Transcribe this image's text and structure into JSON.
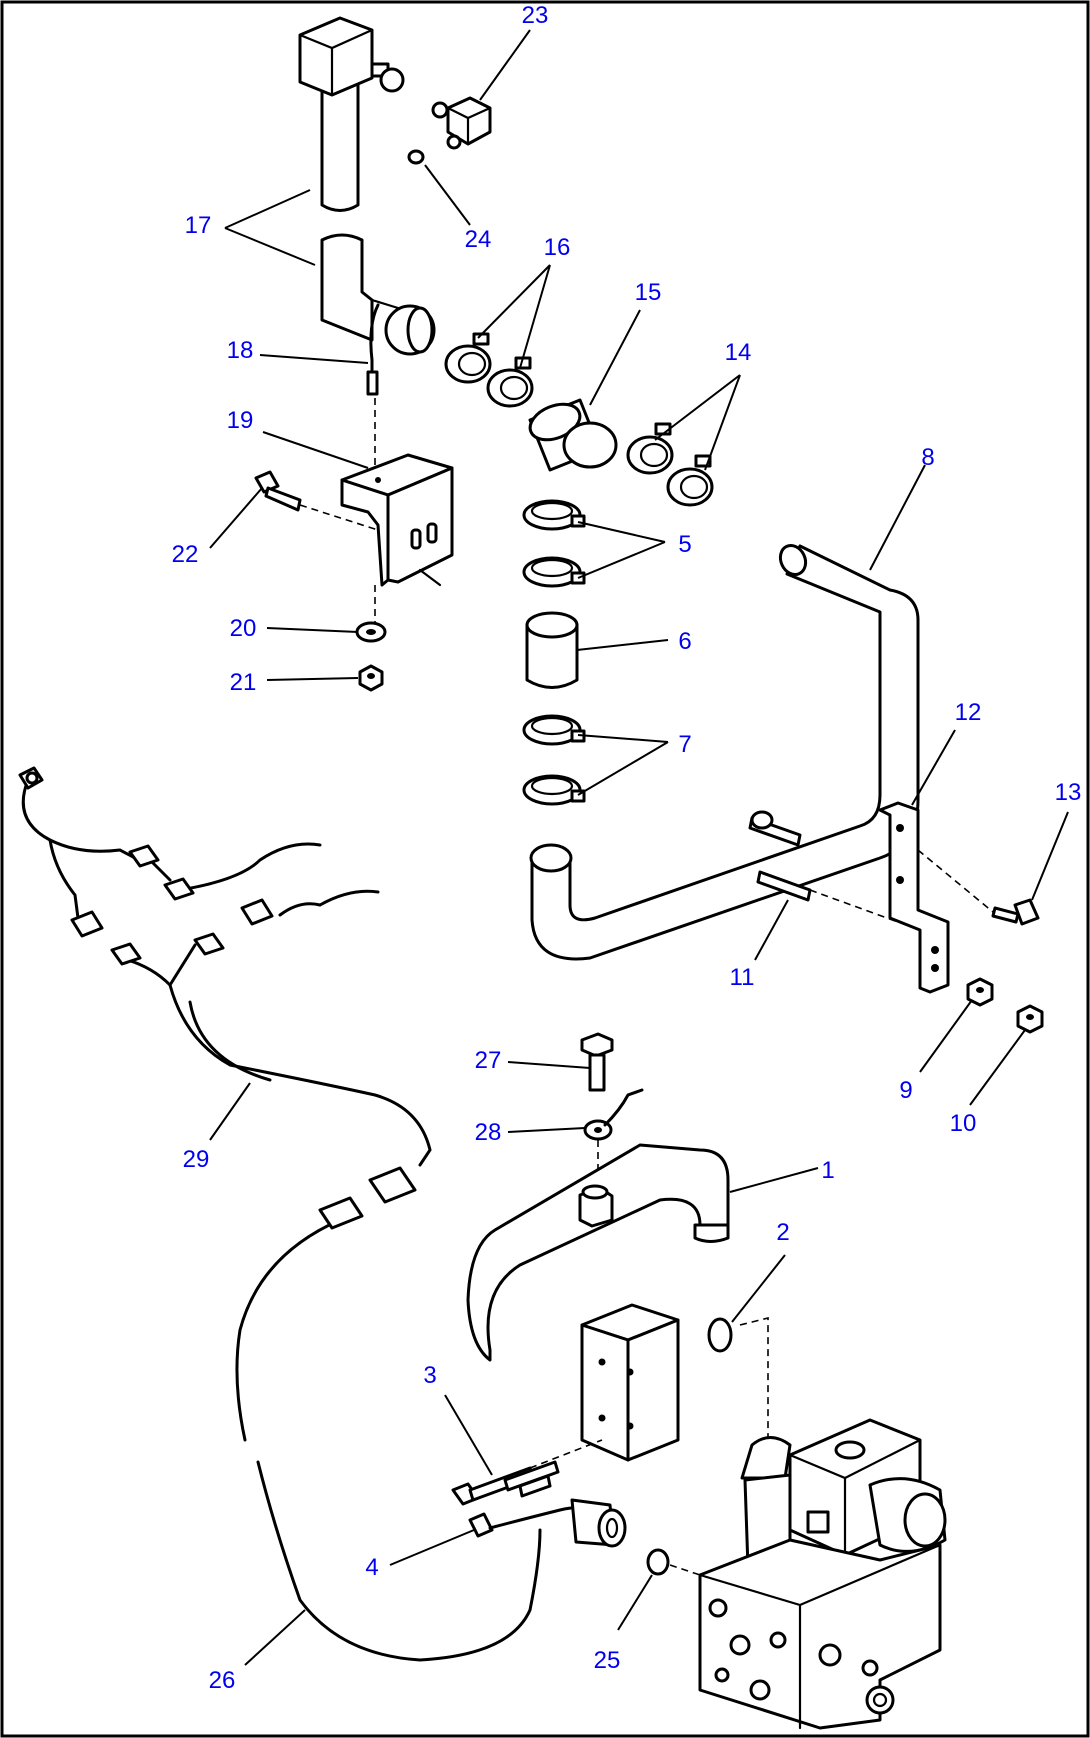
{
  "callouts": [
    {
      "id": "c1",
      "text": "1"
    },
    {
      "id": "c2",
      "text": "2"
    },
    {
      "id": "c3",
      "text": "3"
    },
    {
      "id": "c4",
      "text": "4"
    },
    {
      "id": "c5",
      "text": "5"
    },
    {
      "id": "c6",
      "text": "6"
    },
    {
      "id": "c7",
      "text": "7"
    },
    {
      "id": "c8",
      "text": "8"
    },
    {
      "id": "c9",
      "text": "9"
    },
    {
      "id": "c10",
      "text": "10"
    },
    {
      "id": "c11",
      "text": "11"
    },
    {
      "id": "c12",
      "text": "12"
    },
    {
      "id": "c13",
      "text": "13"
    },
    {
      "id": "c14",
      "text": "14"
    },
    {
      "id": "c15",
      "text": "15"
    },
    {
      "id": "c16",
      "text": "16"
    },
    {
      "id": "c17",
      "text": "17"
    },
    {
      "id": "c18",
      "text": "18"
    },
    {
      "id": "c19",
      "text": "19"
    },
    {
      "id": "c20",
      "text": "20"
    },
    {
      "id": "c21",
      "text": "21"
    },
    {
      "id": "c22",
      "text": "22"
    },
    {
      "id": "c23",
      "text": "23"
    },
    {
      "id": "c24",
      "text": "24"
    },
    {
      "id": "c25",
      "text": "25"
    },
    {
      "id": "c26",
      "text": "26"
    },
    {
      "id": "c27",
      "text": "27"
    },
    {
      "id": "c28",
      "text": "28"
    },
    {
      "id": "c29",
      "text": "29"
    }
  ],
  "colors": {
    "callout": "#0000ee",
    "line": "#000000",
    "background": "#ffffff"
  }
}
